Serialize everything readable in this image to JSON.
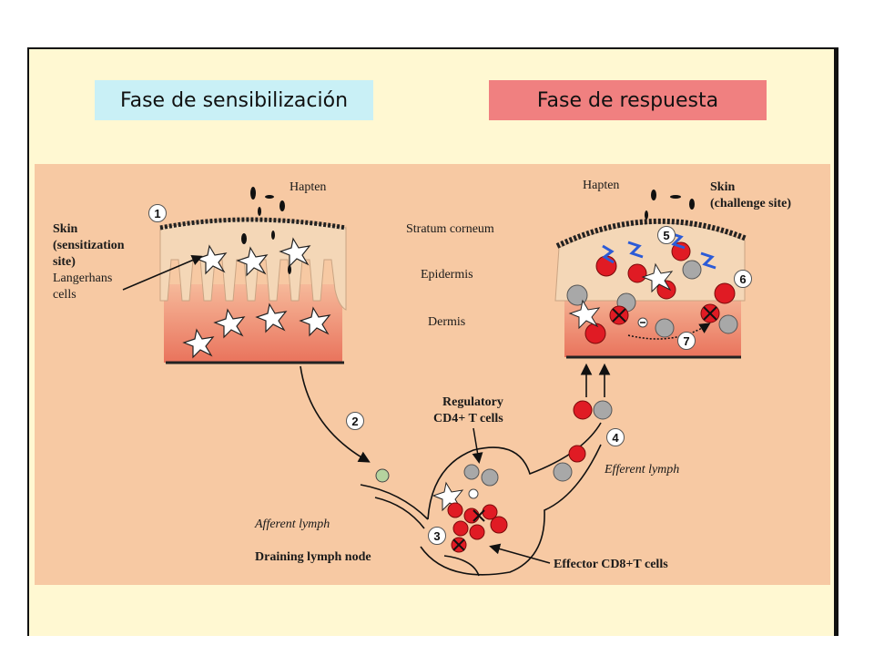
{
  "titles": {
    "left": "Fase de sensibilización",
    "right": "Fase de respuesta"
  },
  "labels": {
    "hapten_left": "Hapten",
    "hapten_right": "Hapten",
    "skin_sens_1": "Skin",
    "skin_sens_2": "(sensitization",
    "skin_sens_3": "site)",
    "langerhans_1": "Langerhans",
    "langerhans_2": "cells",
    "stratum": "Stratum corneum",
    "epidermis": "Epidermis",
    "dermis": "Dermis",
    "skin_chal_1": "Skin",
    "skin_chal_2": "(challenge site)",
    "regulatory_1": "Regulatory",
    "regulatory_2": "CD4+ T cells",
    "efferent": "Efferent lymph",
    "afferent": "Afferent lymph",
    "draining": "Draining lymph node",
    "effector": "Effector CD8+T cells"
  },
  "steps": [
    "1",
    "2",
    "3",
    "4",
    "5",
    "6",
    "7"
  ],
  "colors": {
    "panel": "#f7c9a3",
    "title_left_bg": "#c9f0f6",
    "title_right_bg": "#f08080",
    "effector_cell": "#e01b24",
    "regulatory_cell": "#a8a8a8"
  }
}
